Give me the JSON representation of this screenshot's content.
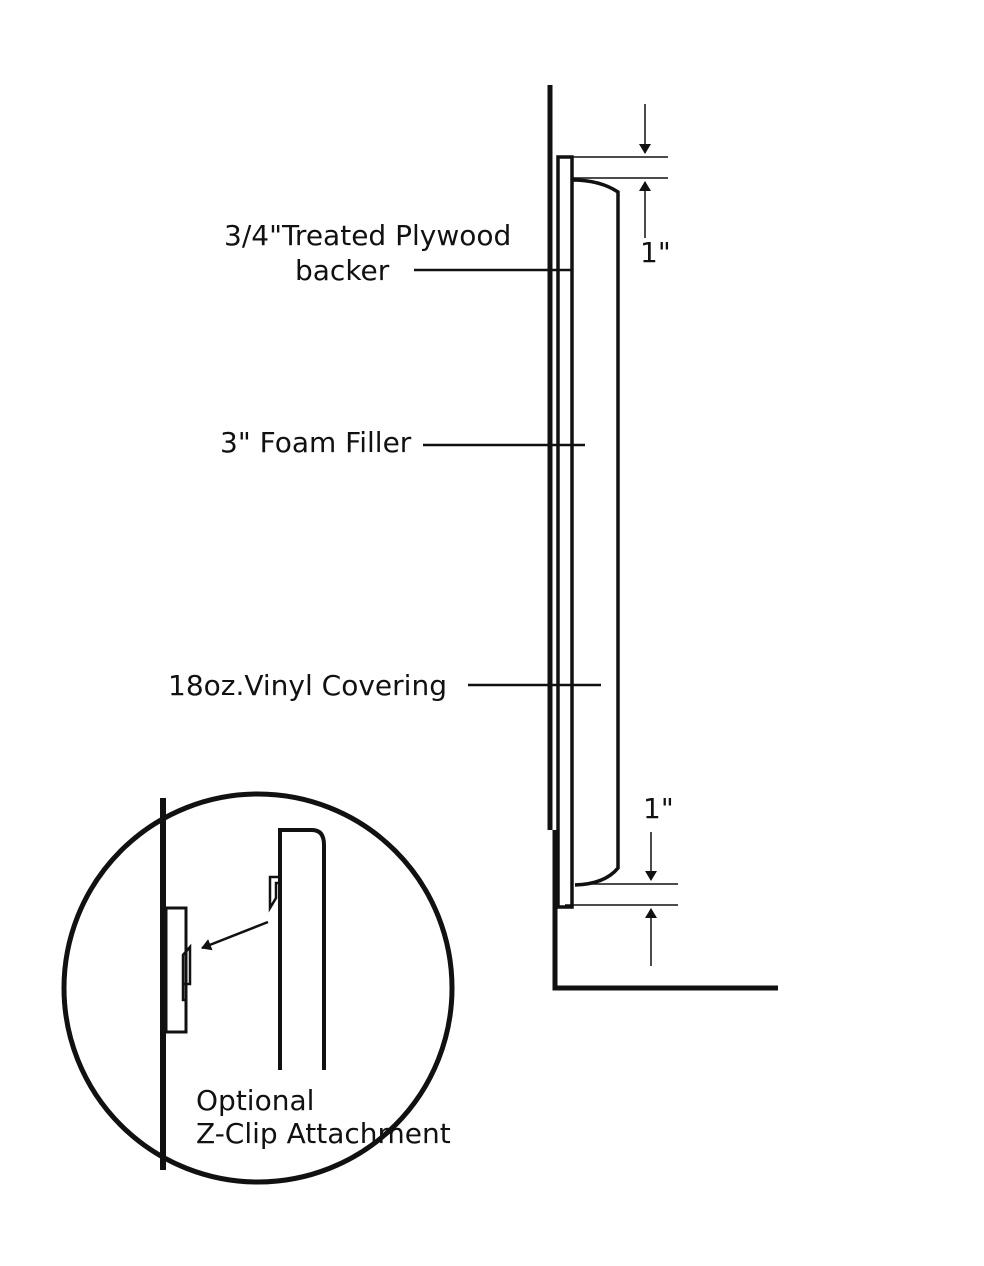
{
  "labels": {
    "plywood_line1": "3/4\"Treated Plywood",
    "plywood_line2": "backer",
    "foam": "3\" Foam Filler",
    "vinyl": "18oz.Vinyl Covering",
    "dim_top": "1\"",
    "dim_bottom": "1\"",
    "inset_line1": "Optional",
    "inset_line2": "Z-Clip Attachment"
  },
  "colors": {
    "ink": "#111111",
    "background": "#ffffff"
  }
}
